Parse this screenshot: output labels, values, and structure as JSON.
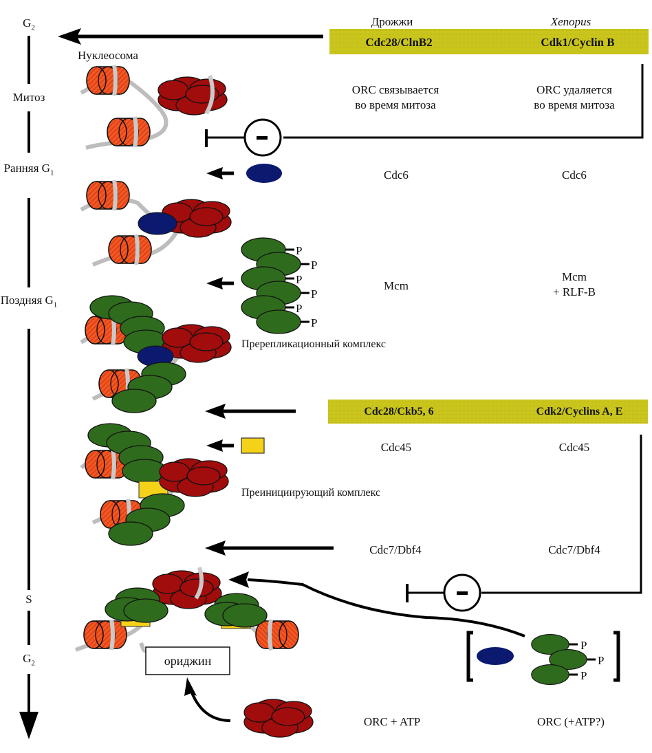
{
  "diagram": {
    "title": "Регуляция сборки комплексов на ориджине репликации в клеточном цикле",
    "columns": {
      "yeast": "Дрожжи",
      "xenopus": "Xenopus"
    },
    "phases": [
      {
        "label": "G",
        "sub": "2"
      },
      {
        "label": "Митоз",
        "sub": ""
      },
      {
        "label": "Ранняя G",
        "sub": "1"
      },
      {
        "label": "Поздняя G",
        "sub": "1"
      },
      {
        "label": "S",
        "sub": ""
      },
      {
        "label": "G",
        "sub": "2"
      }
    ],
    "nucleosome_label": "Нуклеосома",
    "kinase_bars": [
      {
        "yeast": "Cdc28/ClnB2",
        "xenopus": "Cdk1/Cyclin B"
      },
      {
        "yeast": "Cdc28/Ckb5, 6",
        "xenopus": "Cdk2/Cyclins A, E"
      }
    ],
    "rows": {
      "orc_mitosis": {
        "yeast": [
          "ORC связывается",
          "во время митоза"
        ],
        "xenopus": [
          "ORC удаляется",
          "во время митоза"
        ]
      },
      "cdc6": {
        "yeast": "Cdc6",
        "xenopus": "Cdc6"
      },
      "mcm": {
        "yeast": "Mcm",
        "xenopus": [
          "Mcm",
          "+ RLF-B"
        ]
      },
      "cdc45": {
        "yeast": "Cdc45",
        "xenopus": "Cdc45"
      },
      "cdc7": {
        "yeast": "Cdc7/Dbf4",
        "xenopus": "Cdc7/Dbf4"
      },
      "orc": {
        "yeast": "ORC + ATP",
        "xenopus": "ORC (+ATP?)"
      }
    },
    "complex_labels": {
      "prereplicative": "Пререпликационный комплекс",
      "preinitiation": "Преинициирующий комплекс"
    },
    "origin_label": "ориджин",
    "inhibitor_symbol": "-",
    "phospho_label": "P",
    "colors": {
      "kinase_bar": "#c8c41a",
      "orc": "#9e0a0a",
      "nucleosome": "#f0521e",
      "mcm": "#2e6a1c",
      "cdc6": "#0b1a6e",
      "cdc45": "#f5d21a",
      "dna": "#bdbdbd"
    }
  }
}
